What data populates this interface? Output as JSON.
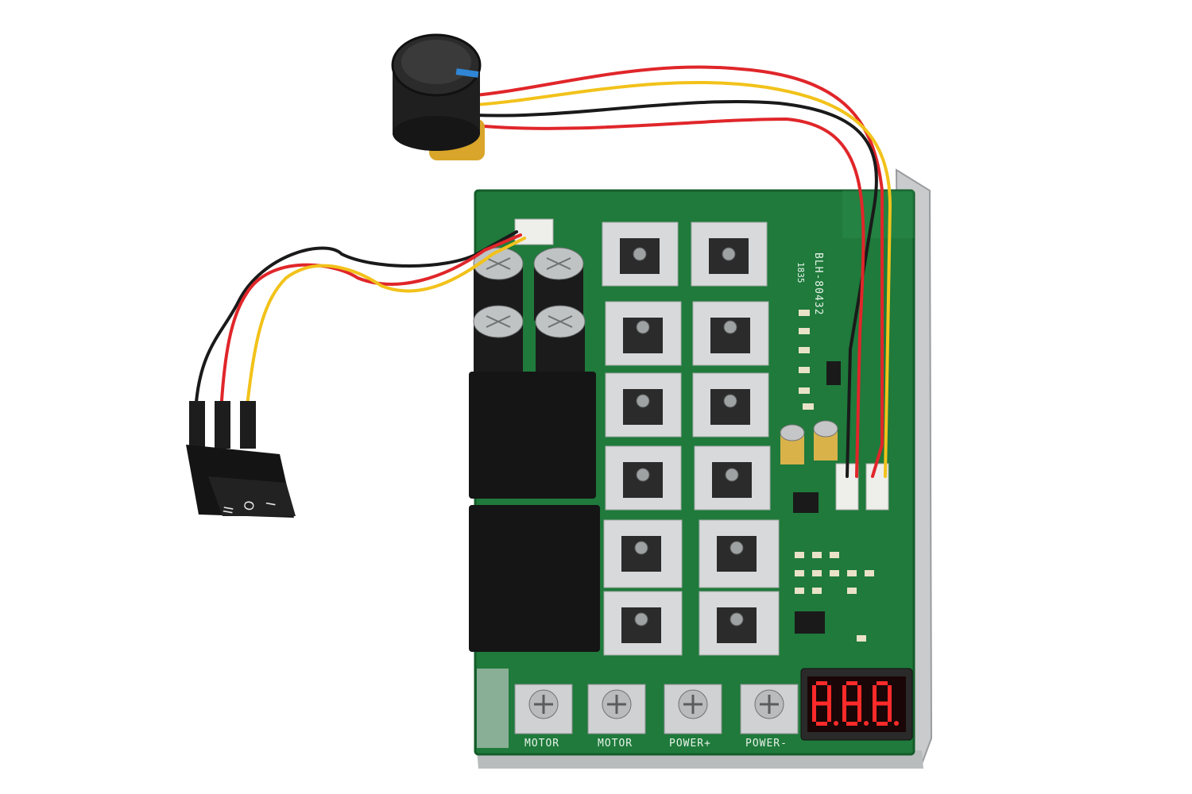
{
  "board": {
    "part_number": "BLH-80432",
    "small_marking": "1835"
  },
  "terminals": [
    {
      "label": "MOTOR"
    },
    {
      "label": "MOTOR"
    },
    {
      "label": "POWER+"
    },
    {
      "label": "POWER-"
    }
  ],
  "display": {
    "digits": [
      "8",
      "8",
      "8"
    ]
  },
  "switch": {
    "position_1": "I",
    "position_0": "O",
    "position_2": "II"
  },
  "colors": {
    "pcb": "#1f7a3b",
    "pcb_dark": "#145c2a",
    "heatsink": "#d7d9da",
    "relay": "#151515",
    "wire_red": "#e0262a",
    "wire_yellow": "#f2c21a",
    "wire_black": "#1a1a1a",
    "segment_red": "#ff2a2a"
  }
}
